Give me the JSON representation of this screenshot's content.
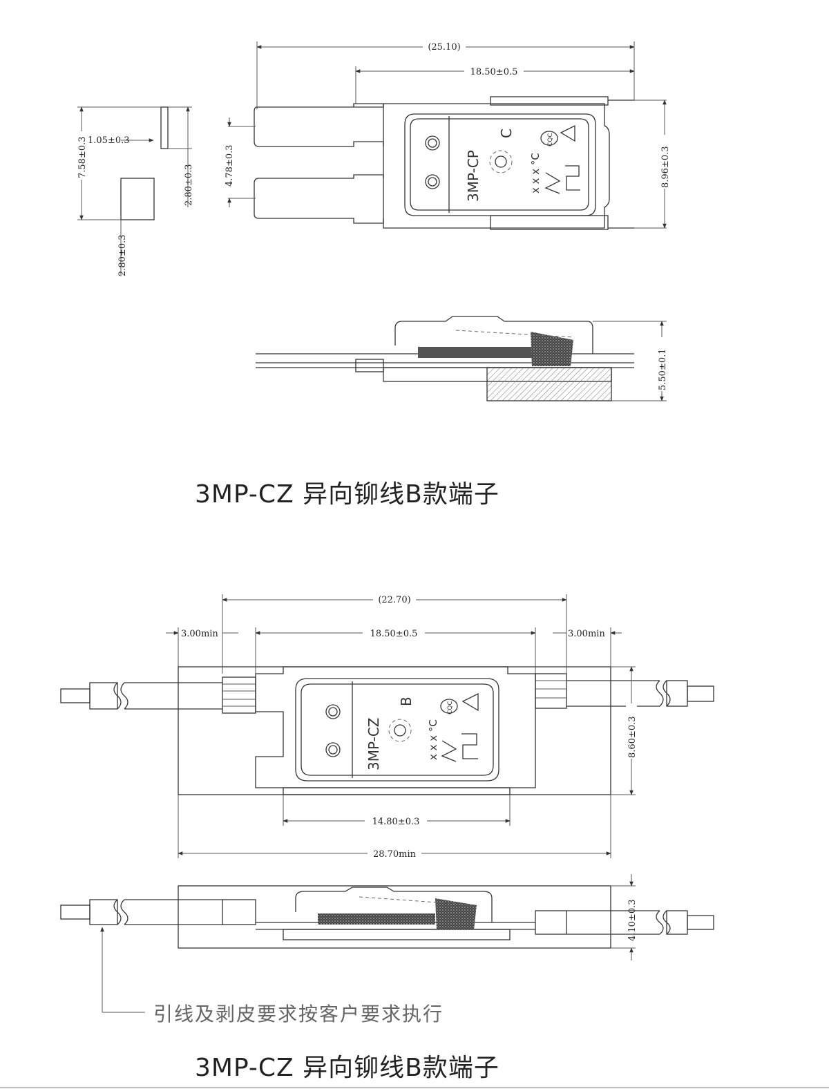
{
  "top_drawing": {
    "caption": "3MP-CZ 异向铆线B款端子",
    "part_label": "3MP-CP",
    "grade_letter": "C",
    "temp_mark": "x x x °C",
    "cert_mark": "CQC",
    "dims": {
      "overall_length": "(25.10)",
      "body_length": "18.50±0.5",
      "width": "8.96±0.3",
      "terminal_pitch": "4.78±0.3",
      "side_height": "7.58±0.3",
      "side_tab": "1.05±0.3",
      "side_slot": "2.80±0.3",
      "side_slot_lower": "2.80±0.3",
      "thickness": "5.50±0.1"
    }
  },
  "bottom_drawing": {
    "caption": "3MP-CZ 异向铆线B款端子",
    "part_label": "3MP-CZ",
    "grade_letter": "B",
    "temp_mark": "x x x °C",
    "cert_mark": "CQC",
    "note": "引线及剥皮要求按客户要求执行",
    "dims": {
      "overall_length": "(22.70)",
      "left_margin": "3.00min",
      "body_length": "18.50±0.5",
      "right_margin": "3.00min",
      "width": "8.60±0.3",
      "inner_length": "14.80±0.3",
      "total_min": "28.70min",
      "thickness": "4.10±0.3"
    }
  }
}
